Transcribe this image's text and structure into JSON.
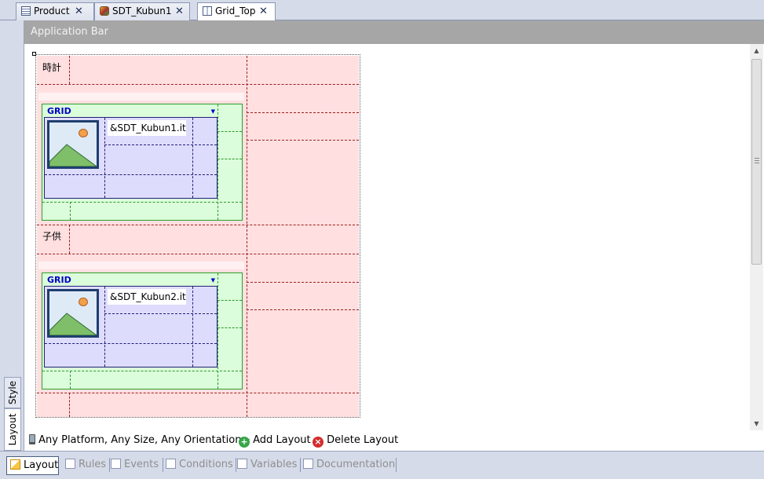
{
  "tabs": [
    {
      "label": "Product",
      "icon": "table-icon",
      "active": false
    },
    {
      "label": "SDT_Kubun1",
      "icon": "sdt-icon",
      "active": false
    },
    {
      "label": "Grid_Top",
      "icon": "grid-icon",
      "active": true
    }
  ],
  "tab_close_glyph": "✕",
  "side_tabs": {
    "style": "Style",
    "layout": "Layout"
  },
  "designer": {
    "app_bar": "Application Bar",
    "sections": [
      {
        "label": "時計",
        "grid_title": "GRID",
        "attribute": "&SDT_Kubun1.it"
      },
      {
        "label": "子供",
        "grid_title": "GRID",
        "attribute": "&SDT_Kubun2.it"
      }
    ]
  },
  "layout_toolbar": {
    "platform": "Any Platform, Any Size, Any Orientation",
    "add_layout": "Add Layout",
    "delete_layout": "Delete Layout"
  },
  "bottom_tabs": [
    {
      "label": "Layout",
      "icon": "layout-icon",
      "active": true
    },
    {
      "label": "Rules",
      "icon": "rules-icon",
      "active": false
    },
    {
      "label": "Events",
      "icon": "events-icon",
      "active": false
    },
    {
      "label": "Conditions",
      "icon": "conditions-icon",
      "active": false
    },
    {
      "label": "Variables",
      "icon": "variables-icon",
      "active": false
    },
    {
      "label": "Documentation",
      "icon": "documentation-icon",
      "active": false
    }
  ],
  "colors": {
    "section_background": "#ffdfe0",
    "table_background": "#dbfddb",
    "grid_background": "#dedcfc",
    "grid_title": "#0000c8",
    "app_bar": "#a6a6a6"
  }
}
